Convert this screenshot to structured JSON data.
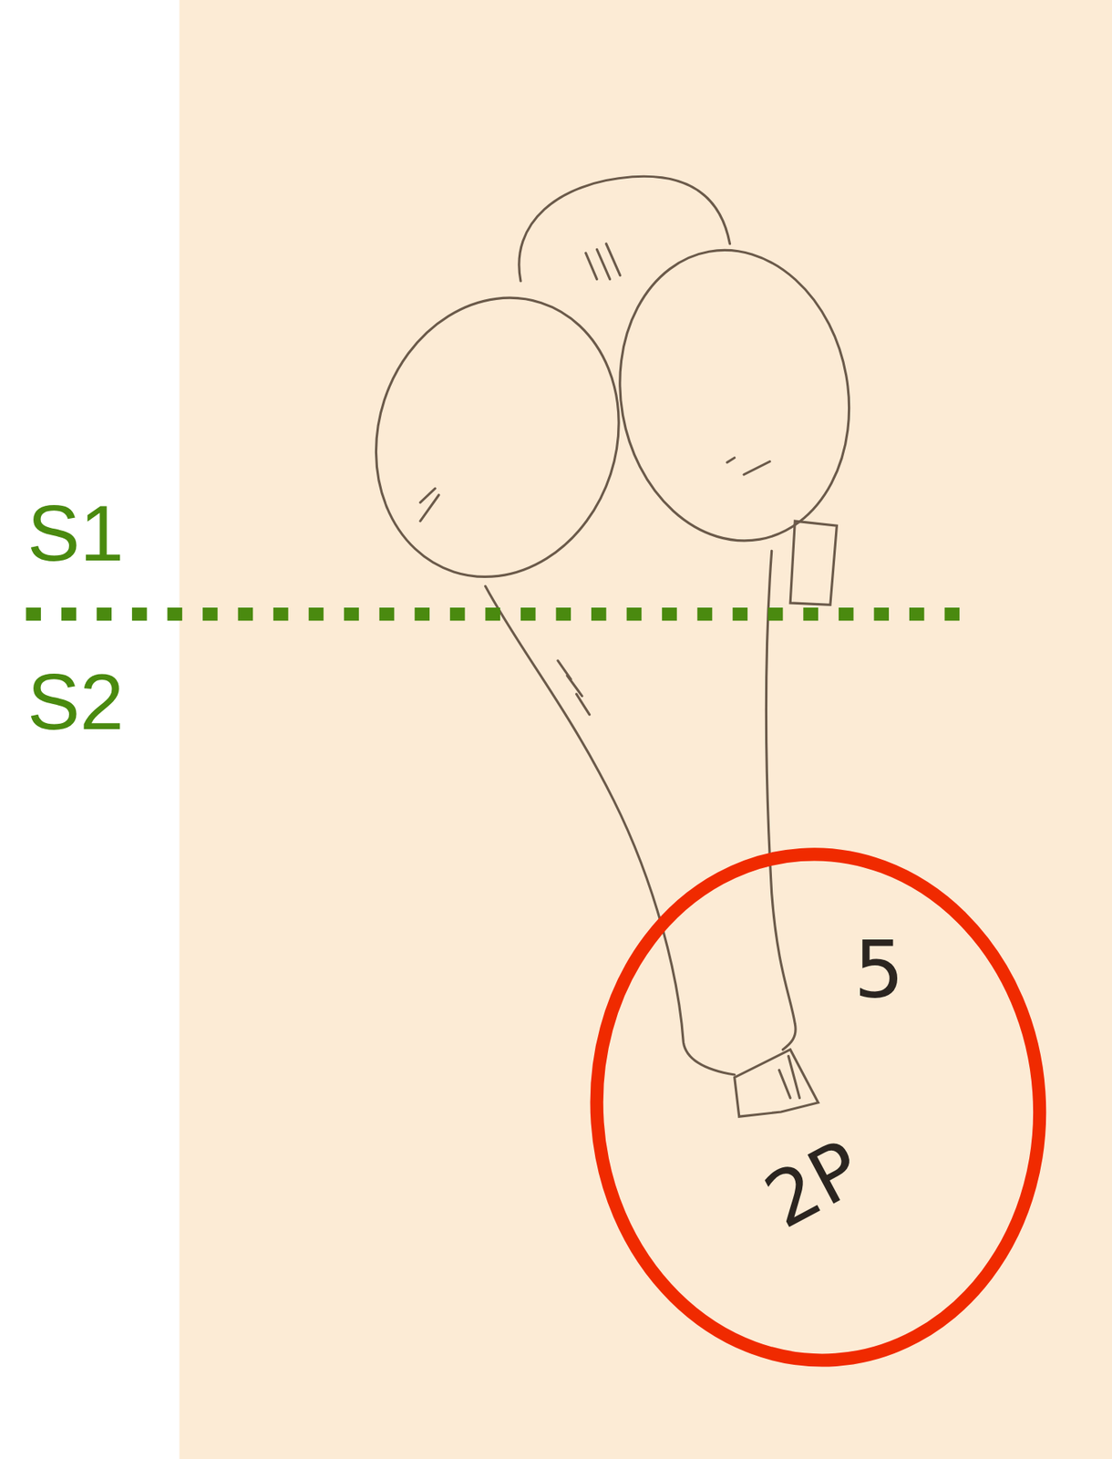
{
  "diagram": {
    "labels": [
      "S1",
      "S2",
      "5",
      "2P"
    ]
  }
}
